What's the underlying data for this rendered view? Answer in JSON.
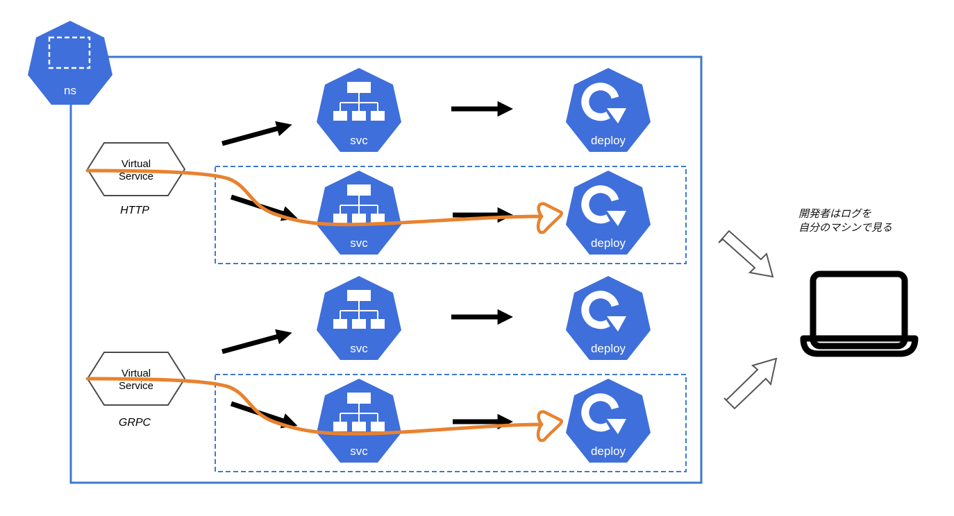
{
  "colors": {
    "k8s_blue": "#3F6FDB",
    "box_blue": "#3B78D0",
    "flow_orange": "#E8822F",
    "arrow_black": "#000000",
    "outline_gray": "#4A4A4A",
    "white": "#FFFFFF"
  },
  "namespace": {
    "icon": "namespace-icon",
    "label": "ns"
  },
  "rows": [
    {
      "svc_label": "svc",
      "deploy_label": "deploy",
      "highlighted": false
    },
    {
      "svc_label": "svc",
      "deploy_label": "deploy",
      "highlighted": true
    },
    {
      "svc_label": "svc",
      "deploy_label": "deploy",
      "highlighted": false
    },
    {
      "svc_label": "svc",
      "deploy_label": "deploy",
      "highlighted": true
    }
  ],
  "virtual_services": [
    {
      "line1": "Virtual",
      "line2": "Service",
      "protocol": "HTTP"
    },
    {
      "line1": "Virtual",
      "line2": "Service",
      "protocol": "GRPC"
    }
  ],
  "developer_note": {
    "line1": "開発者はログを",
    "line2": "自分のマシンで見る"
  },
  "laptop": {
    "icon": "laptop-icon"
  }
}
